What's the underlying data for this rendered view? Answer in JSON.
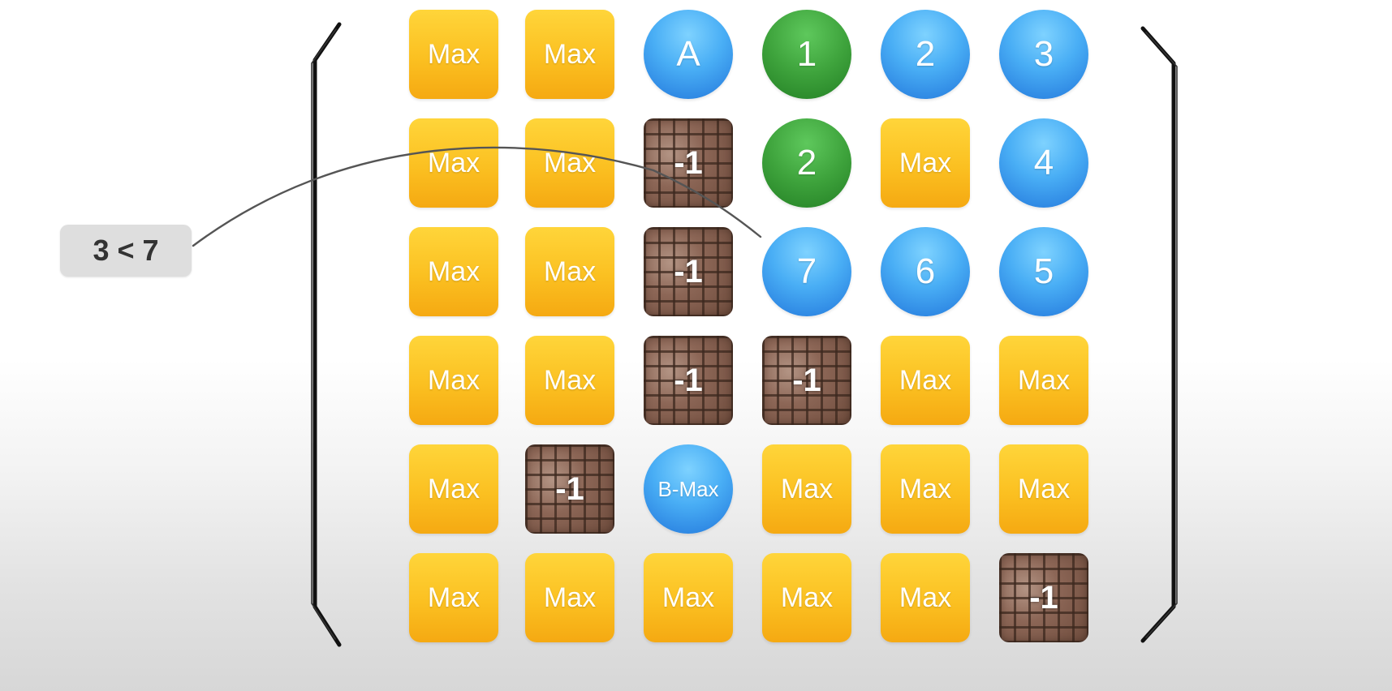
{
  "comparison": {
    "text": "3 < 7"
  },
  "grid": {
    "rows": [
      [
        {
          "kind": "max",
          "label": "Max"
        },
        {
          "kind": "max",
          "label": "Max"
        },
        {
          "kind": "blue",
          "label": "A"
        },
        {
          "kind": "green",
          "label": "1"
        },
        {
          "kind": "blue",
          "label": "2"
        },
        {
          "kind": "blue",
          "label": "3"
        }
      ],
      [
        {
          "kind": "max",
          "label": "Max"
        },
        {
          "kind": "max",
          "label": "Max"
        },
        {
          "kind": "wall",
          "label": "-1"
        },
        {
          "kind": "green",
          "label": "2"
        },
        {
          "kind": "max",
          "label": "Max"
        },
        {
          "kind": "blue",
          "label": "4"
        }
      ],
      [
        {
          "kind": "max",
          "label": "Max"
        },
        {
          "kind": "max",
          "label": "Max"
        },
        {
          "kind": "wall",
          "label": "-1"
        },
        {
          "kind": "blue",
          "label": "7"
        },
        {
          "kind": "blue",
          "label": "6"
        },
        {
          "kind": "blue",
          "label": "5"
        }
      ],
      [
        {
          "kind": "max",
          "label": "Max"
        },
        {
          "kind": "max",
          "label": "Max"
        },
        {
          "kind": "wall",
          "label": "-1"
        },
        {
          "kind": "wall",
          "label": "-1"
        },
        {
          "kind": "max",
          "label": "Max"
        },
        {
          "kind": "max",
          "label": "Max"
        }
      ],
      [
        {
          "kind": "max",
          "label": "Max"
        },
        {
          "kind": "wall",
          "label": "-1"
        },
        {
          "kind": "blue",
          "label": "B-Max"
        },
        {
          "kind": "max",
          "label": "Max"
        },
        {
          "kind": "max",
          "label": "Max"
        },
        {
          "kind": "max",
          "label": "Max"
        }
      ],
      [
        {
          "kind": "max",
          "label": "Max"
        },
        {
          "kind": "max",
          "label": "Max"
        },
        {
          "kind": "max",
          "label": "Max"
        },
        {
          "kind": "max",
          "label": "Max"
        },
        {
          "kind": "max",
          "label": "Max"
        },
        {
          "kind": "wall",
          "label": "-1"
        }
      ]
    ]
  },
  "colors": {
    "max_yellow": "#fbc021",
    "wall_brown": "#7a5646",
    "circle_blue": "#49aef5",
    "circle_green": "#3ea33c",
    "label_gray": "#dedede",
    "bracket_black": "#111111"
  }
}
